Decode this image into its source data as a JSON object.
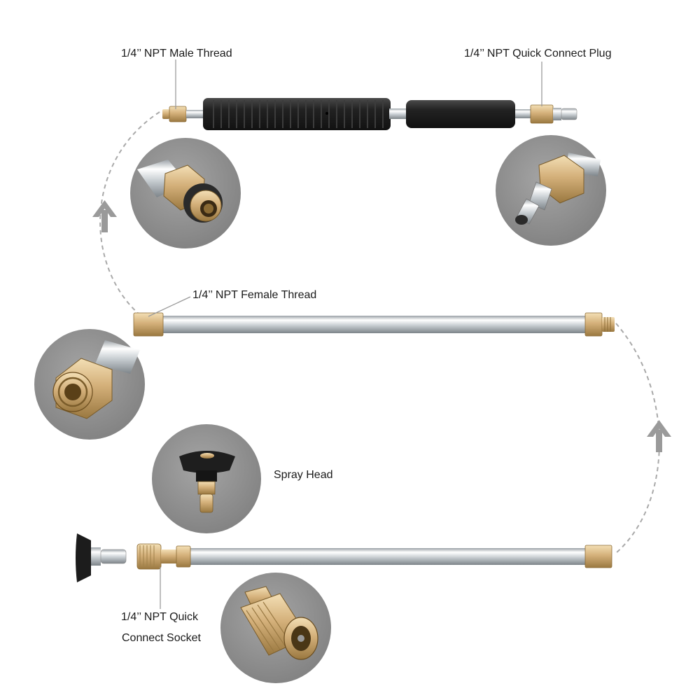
{
  "labels": {
    "male_thread": "1/4’’ NPT Male Thread",
    "quick_connect_plug": "1/4’’ NPT Quick Connect Plug",
    "female_thread": "1/4’’ NPT Female Thread",
    "spray_head": "Spray Head",
    "socket_line1": "1/4’’ NPT Quick",
    "socket_line2": "Connect Socket"
  },
  "colors": {
    "brass": "#c9a46a",
    "brass_dark": "#8a6a34",
    "steel": "#d8dde0",
    "grip": "#262626",
    "detail_bg": "#8c8c8c",
    "arrow": "#9a9a9a"
  }
}
